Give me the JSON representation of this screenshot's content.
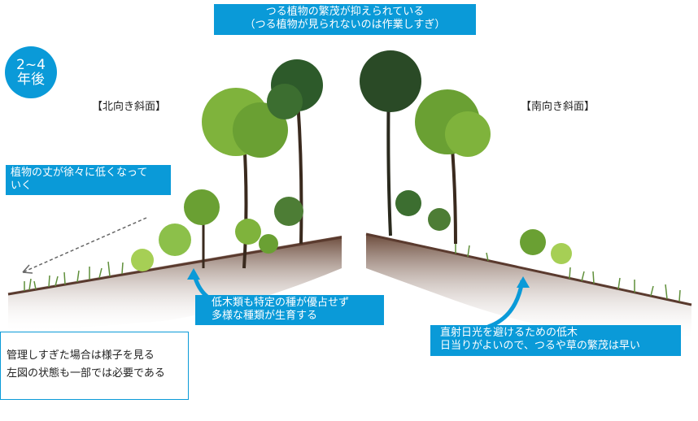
{
  "top_banner": {
    "line1": "つる植物の繁茂が抑えられている",
    "line2": "（つる植物が見られないのは作業しすぎ）"
  },
  "year_badge": {
    "line1": "2~4",
    "line2": "年後"
  },
  "north_slope_label": "【北向き斜面】",
  "south_slope_label": "【南向き斜面】",
  "height_note": {
    "line1": "植物の丈が徐々に低くなって",
    "line2": "いく"
  },
  "shrub_note": {
    "line1": "低木類も特定の種が優占せず",
    "line2": "多様な種類が生育する"
  },
  "sun_note": {
    "line1": "直射日光を避けるための低木",
    "line2": "日当りがよいので、つるや草の繁茂は早い"
  },
  "manage_note": {
    "line1": "管理しすぎた場合は様子を見る",
    "line2": "左図の状態も一部では必要である"
  },
  "colors": {
    "accent_blue": "#0a9ad8",
    "soil": "#7a5a4a",
    "leaf_dark": "#2d5a2a",
    "leaf_light": "#7fb33c"
  }
}
